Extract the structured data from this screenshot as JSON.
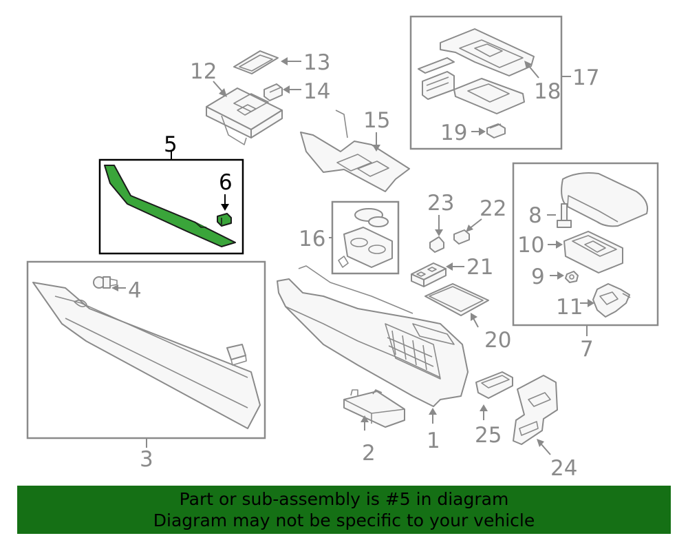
{
  "callouts": {
    "c1": "1",
    "c2": "2",
    "c3": "3",
    "c4": "4",
    "c5": "5",
    "c6": "6",
    "c7": "7",
    "c8": "8",
    "c9": "9",
    "c10": "10",
    "c11": "11",
    "c12": "12",
    "c13": "13",
    "c14": "14",
    "c15": "15",
    "c16": "16",
    "c17": "17",
    "c18": "18",
    "c19": "19",
    "c20": "20",
    "c21": "21",
    "c22": "22",
    "c23": "23",
    "c24": "24",
    "c25": "25"
  },
  "highlight": {
    "part": "5",
    "color": "#3aa53a"
  },
  "banner": {
    "line1": "Part or sub-assembly is #5 in diagram",
    "line2": "Diagram may not be specific to your vehicle",
    "background": "#157015"
  }
}
